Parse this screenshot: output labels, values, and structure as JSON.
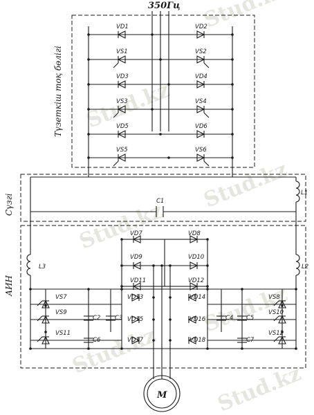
{
  "frequency_label": "350Гц",
  "block_labels": {
    "rectifier": "Түзеткіш тоқ бөлігі",
    "filter": "Сүзгі",
    "inverter": "АИН"
  },
  "motor_label": "М",
  "watermark": "Stud.kz",
  "rectifier": {
    "left_labels": [
      "VD1",
      "VS1",
      "VD3",
      "VS3",
      "VD5",
      "VS5"
    ],
    "right_labels": [
      "VD2",
      "VS2",
      "VD4",
      "VS4",
      "VD6",
      "VS6"
    ]
  },
  "filter": {
    "capacitor": "C1",
    "inductor": "L1"
  },
  "inverter": {
    "inductors": [
      "L3",
      "L2"
    ],
    "bridge_left": [
      "VD7",
      "VD9",
      "VD11"
    ],
    "bridge_right": [
      "VD8",
      "VD10",
      "VD12"
    ],
    "left_thyristors": [
      "VS7",
      "VS9",
      "VS11"
    ],
    "right_thyristors": [
      "VS8",
      "VS10",
      "VS12"
    ],
    "capacitors_left": [
      "C2",
      "C3",
      "C6"
    ],
    "capacitors_right": [
      "C4",
      "C5",
      "C7"
    ],
    "diodes_center_left": [
      "VD13",
      "VD15",
      "VD17"
    ],
    "diodes_center_right": [
      "VD14",
      "VD16",
      "VD18"
    ]
  }
}
